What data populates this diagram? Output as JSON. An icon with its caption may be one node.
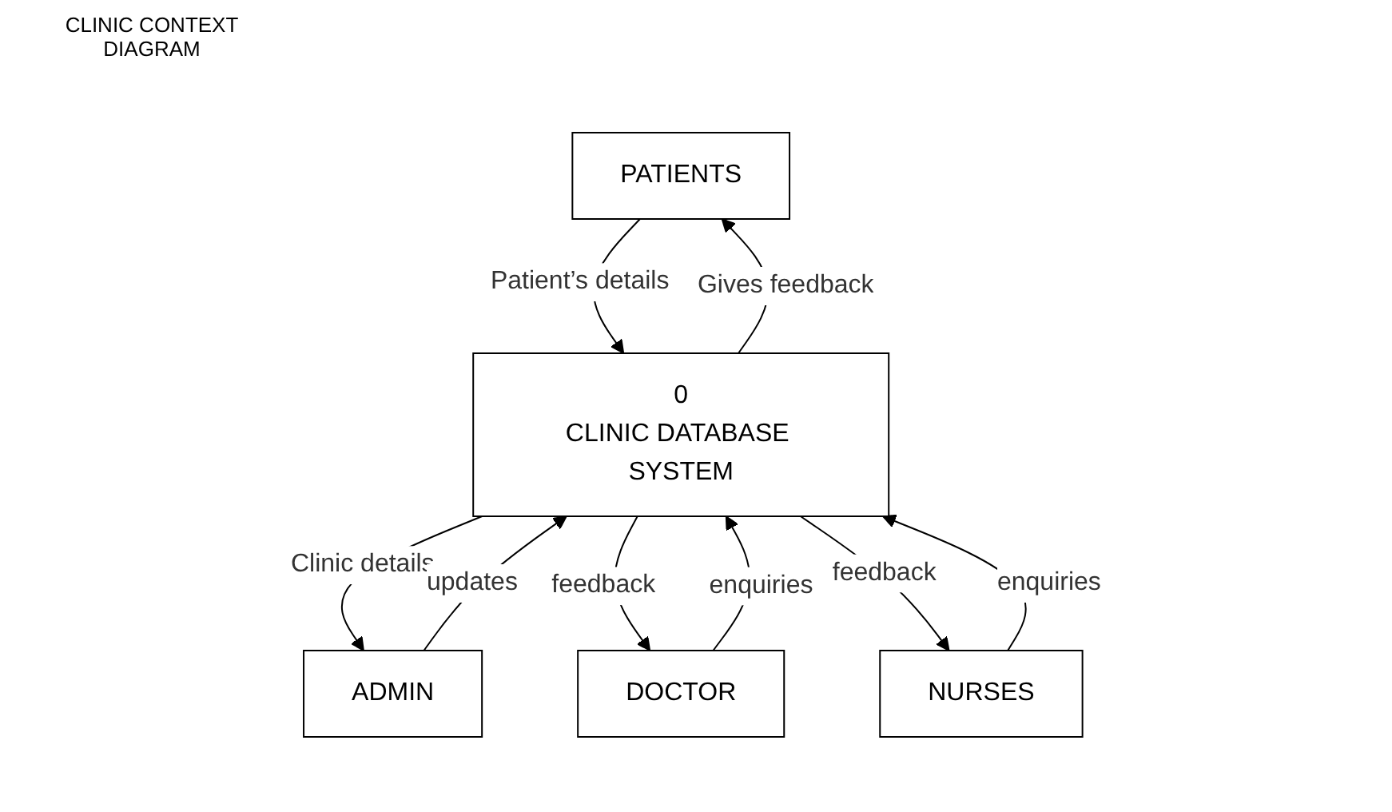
{
  "diagram": {
    "title": "CLINIC CONTEXT DIAGRAM",
    "nodes": [
      {
        "text": [
          "PATIENTS"
        ]
      },
      {
        "text": [
          "ADMIN"
        ]
      },
      {
        "text": [
          "0",
          "CLINIC DATABASE SYSTEM"
        ]
      },
      {
        "text": [
          "DOCTOR"
        ]
      },
      {
        "text": [
          "NURSES"
        ]
      }
    ],
    "edges": [
      {
        "from": 0,
        "to": 2,
        "arrow": "to",
        "label": "Patient’s details"
      },
      {
        "from": 2,
        "to": 1,
        "arrow": "to",
        "label": "Clinic details"
      },
      {
        "from": 2,
        "to": 0,
        "arrow": "to",
        "label": "Gives feedback"
      },
      {
        "from": 1,
        "to": 2,
        "arrow": "to",
        "label": "updates"
      },
      {
        "from": 3,
        "to": 2,
        "arrow": "to",
        "label": "enquiries"
      },
      {
        "from": 4,
        "to": 2,
        "arrow": "to",
        "label": "enquiries"
      },
      {
        "from": 2,
        "to": 3,
        "arrow": "to",
        "label": "feedback"
      },
      {
        "from": 2,
        "to": 4,
        "arrow": "to",
        "label": "feedback"
      }
    ]
  }
}
